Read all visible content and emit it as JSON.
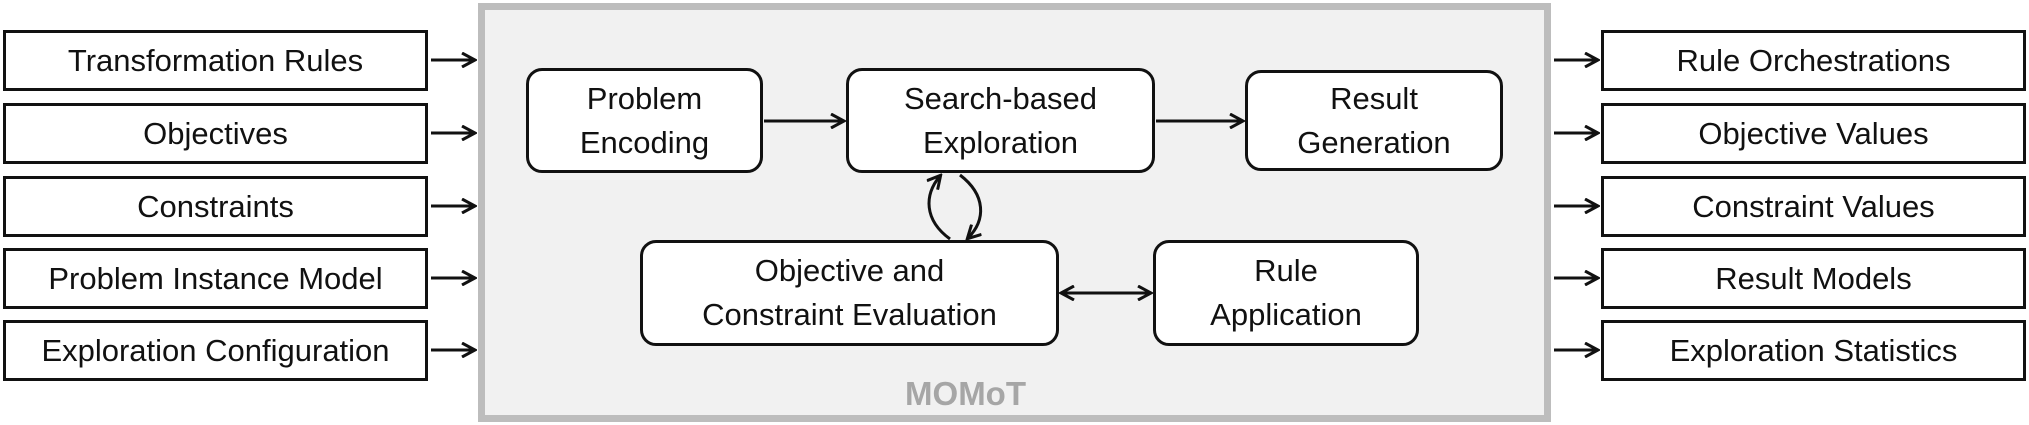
{
  "inputs": [
    "Transformation Rules",
    "Objectives",
    "Constraints",
    "Problem Instance Model",
    "Exploration Configuration"
  ],
  "outputs": [
    "Rule Orchestrations",
    "Objective Values",
    "Constraint Values",
    "Result Models",
    "Exploration Statistics"
  ],
  "framework": {
    "brand": "MOMoT",
    "nodes": {
      "problem_encoding": [
        "Problem",
        "Encoding"
      ],
      "search_exploration": [
        "Search-based",
        "Exploration"
      ],
      "result_generation": [
        "Result",
        "Generation"
      ],
      "evaluation": [
        "Objective and",
        "Constraint Evaluation"
      ],
      "rule_application": [
        "Rule",
        "Application"
      ]
    }
  },
  "colors": {
    "frame_border": "#bdbdbd",
    "frame_fill": "#f1f1f1",
    "brand_text": "#a6a6a6",
    "stroke": "#111111"
  }
}
